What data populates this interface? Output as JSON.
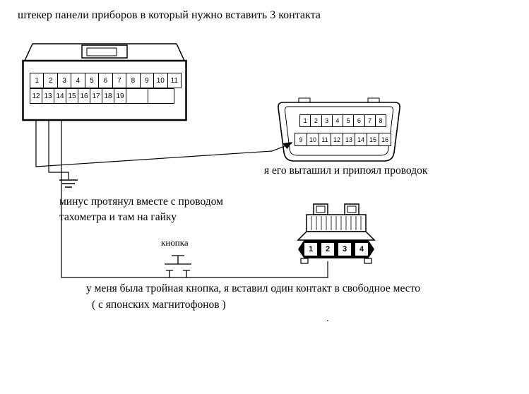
{
  "bg_color": "#ffffff",
  "ink_color": "#000000",
  "title": "штекер панели приборов в который нужно вставить 3 контакта",
  "dash_connector": {
    "row1": [
      "1",
      "2",
      "3",
      "4",
      "5",
      "6",
      "7",
      "8",
      "9",
      "10",
      "11"
    ],
    "row2": [
      "12",
      "13",
      "14",
      "15",
      "16",
      "17",
      "18",
      "19",
      "",
      ""
    ]
  },
  "obd_connector": {
    "row1": [
      "1",
      "2",
      "3",
      "4",
      "5",
      "6",
      "7",
      "8"
    ],
    "row2": [
      "9",
      "10",
      "11",
      "12",
      "13",
      "14",
      "15",
      "16"
    ]
  },
  "button_connector": {
    "pins": [
      "1",
      "2",
      "3",
      "4"
    ]
  },
  "annotations": {
    "obd_note": "я его выташил и припоял проводок",
    "minus_note_line1": "минус протянул вместе с проводом",
    "minus_note_line2": "тахометра и там на гайку",
    "button_label": "кнопка",
    "bottom_note_line1": "у меня была тройная кнопка, я вставил один контакт в свободное место",
    "bottom_note_line2": "( с японских магнитофонов )",
    "stray_mark": "."
  }
}
